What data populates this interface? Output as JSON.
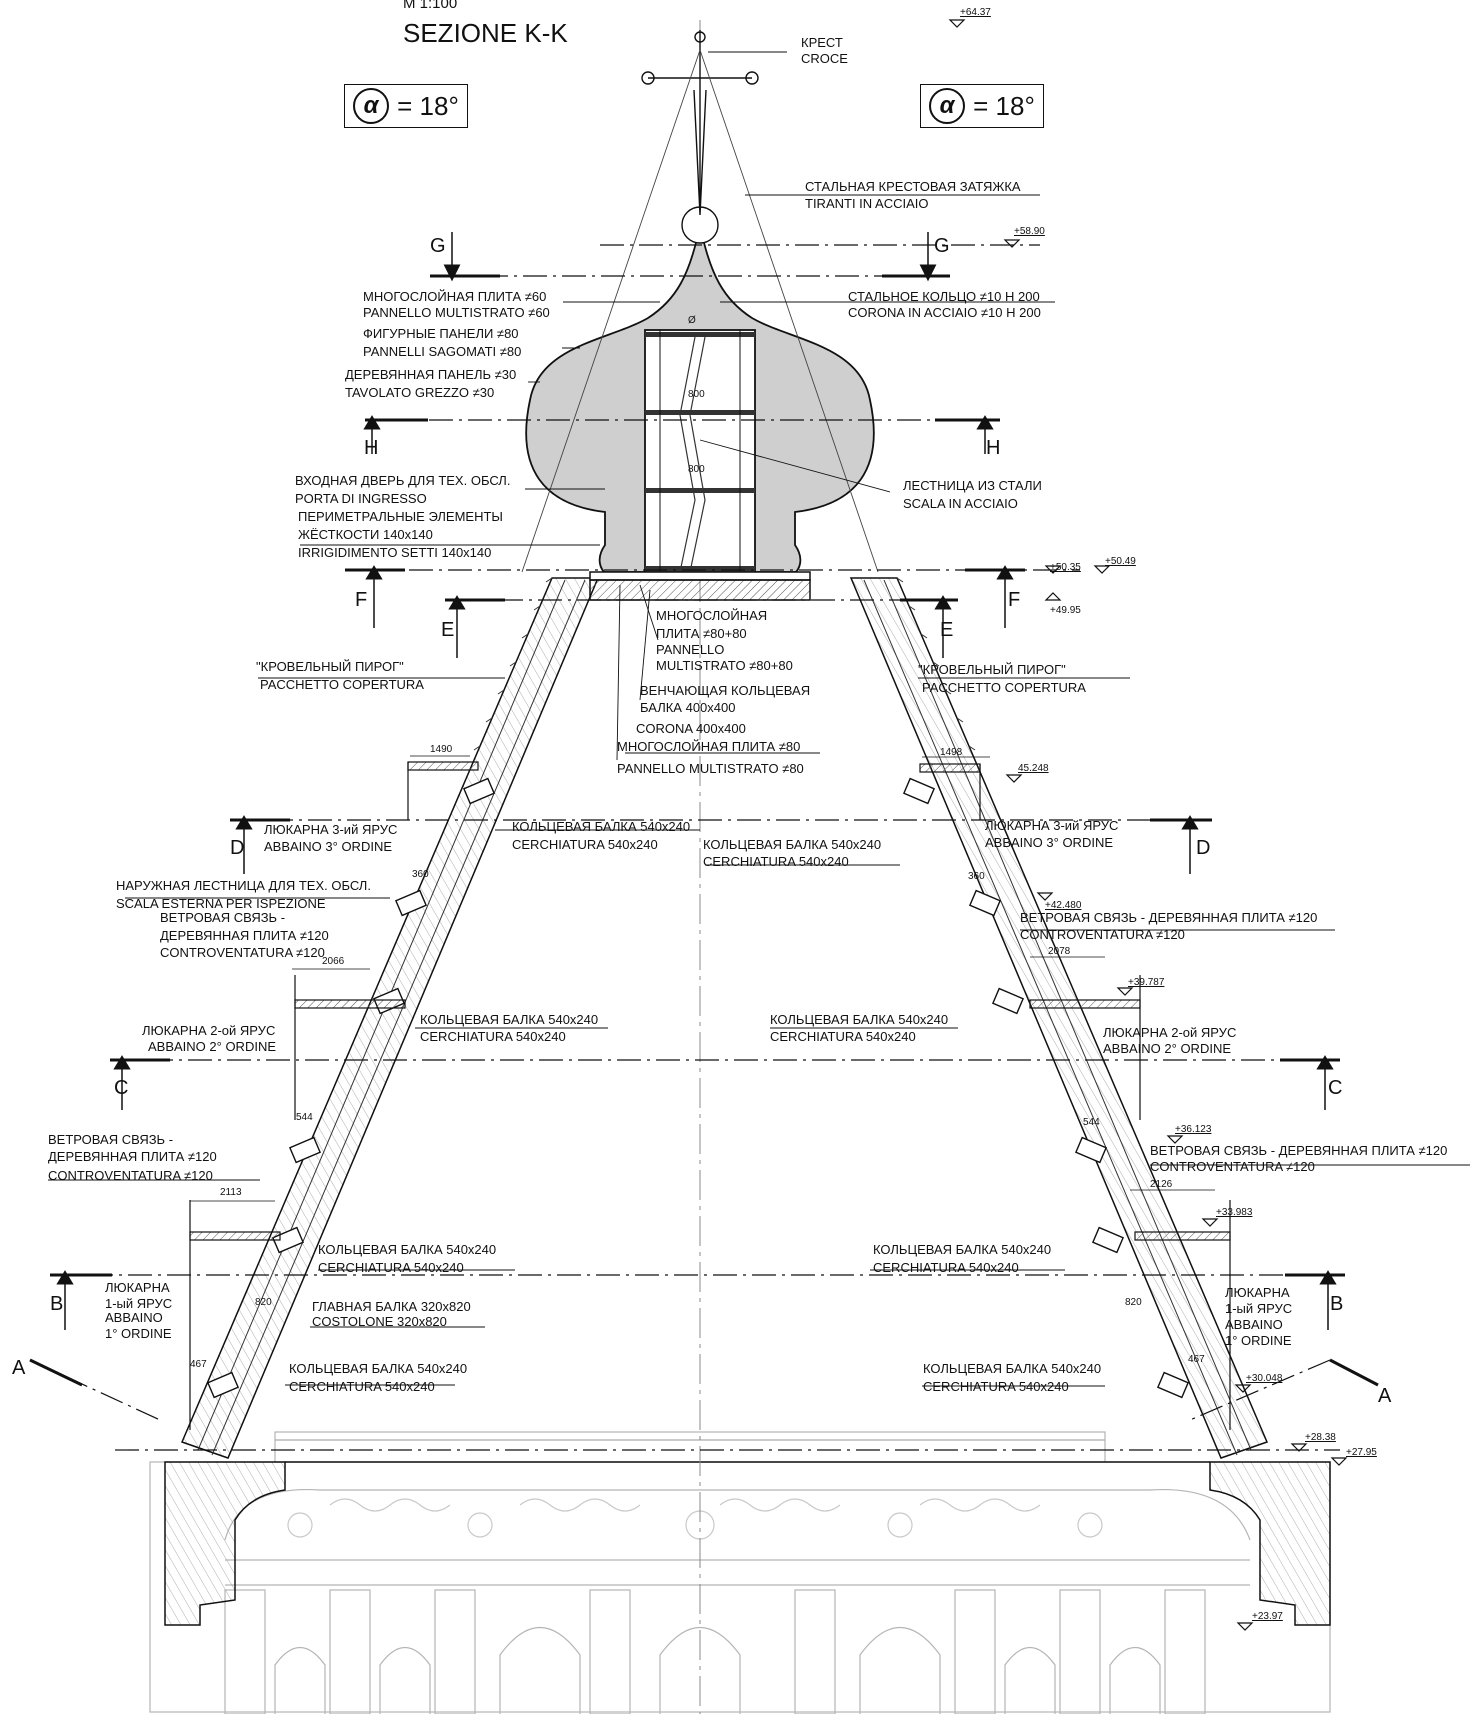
{
  "header": {
    "scale": "M 1:100",
    "title": "SEZIONE K-K",
    "alpha_symbol": "α",
    "alpha_value": "= 18°"
  },
  "section_marks": {
    "A": "A",
    "B": "B",
    "C": "C",
    "D": "D",
    "E": "E",
    "F": "F",
    "G": "G",
    "H": "H"
  },
  "elevations": {
    "e6437": "+64.37",
    "e5890": "+58.90",
    "e5049": "+50.49",
    "e5035": "+50.35",
    "e4995": "+49.95",
    "e45248": "45.248",
    "e42480": "+42.480",
    "e39787": "+39.787",
    "e36123": "+36.123",
    "e33983": "+33.983",
    "e30048": "+30.048",
    "e2838": "+28.38",
    "e2795": "+27.95",
    "e2397": "+23.97"
  },
  "dimensions": {
    "d800a": "800",
    "d800b": "800",
    "d1490": "1490",
    "d1498": "1498",
    "d360l": "360",
    "d360r": "360",
    "d2066": "2066",
    "d2078": "2078",
    "d544l": "544",
    "d544r": "544",
    "d2113": "2113",
    "d2126": "2126",
    "d820l": "820",
    "d820r": "820",
    "d467l": "467",
    "d467r": "467",
    "dphi": "Ø"
  },
  "labels": {
    "cross_ru": "КРЕСТ",
    "cross_it": "CROCE",
    "steel_ties_ru": "СТАЛЬНАЯ КРЕСТОВАЯ ЗАТЯЖКА",
    "steel_ties_it": "TIRANTI IN ACCIAIO",
    "multilayer60_ru": "МНОГОСЛОЙНАЯ ПЛИТА ≠60",
    "multilayer60_it": "PANNELLO MULTISTRATO ≠60",
    "shaped_ru": "ФИГУРНЫЕ ПАНЕЛИ ≠80",
    "shaped_it": "PANNELLI SAGOMATI ≠80",
    "wood30_ru": "ДЕРЕВЯННАЯ ПАНЕЛЬ ≠30",
    "wood30_it": "TAVOLATO GREZZO ≠30",
    "steel_ring_ru": "СТАЛЬНОЕ КОЛЬЦО ≠10 H 200",
    "steel_ring_it": "CORONA IN ACCIAIO ≠10 H 200",
    "door_ru": "ВХОДНАЯ ДВЕРЬ ДЛЯ ТЕХ. ОБСЛ.",
    "door_it": "PORTA DI INGRESSO",
    "perim_ru1": "ПЕРИМЕТРАЛЬНЫЕ ЭЛЕМЕНТЫ",
    "perim_ru2": "ЖЁСТКОСТИ 140x140",
    "perim_it": "IRRIGIDIMENTO SETTI 140x140",
    "stair_steel_ru": "ЛЕСТНИЦА ИЗ СТАЛИ",
    "stair_steel_it": "SCALA IN ACCIAIO",
    "ml8080_ru1": "МНОГОСЛОЙНАЯ",
    "ml8080_ru2": "ПЛИТА ≠80+80",
    "ml8080_it1": "PANNELLO",
    "ml8080_it2": "MULTISTRATO ≠80+80",
    "crown_ru1": "ВЕНЧАЮЩАЯ КОЛЬЦЕВАЯ",
    "crown_ru2": "БАЛКА 400x400",
    "crown_it": "CORONA 400x400",
    "ml80_ru": "МНОГОСЛОЙНАЯ ПЛИТА ≠80",
    "ml80_it": "PANNELLO MULTISTRATO ≠80",
    "roof_ru": "\"КРОВЕЛЬНЫЙ ПИРОГ\"",
    "roof_it": "PACCHETTO COPERTURA",
    "ring_ru": "КОЛЬЦЕВАЯ БАЛКА 540x240",
    "ring_it": "CERCHIATURA 540x240",
    "dormer3_ru": "ЛЮКАРНА 3-ий ЯРУС",
    "dormer3_it": "ABBAINO 3° ORDINE",
    "ext_stair_ru": "НАРУЖНАЯ ЛЕСТНИЦА ДЛЯ ТЕХ. ОБСЛ.",
    "ext_stair_it": "SCALA ESTERNA PER ISPEZIONE",
    "wind_ru1": "ВЕТРОВАЯ СВЯЗЬ -",
    "wind_ru2": "ДЕРЕВЯННАЯ ПЛИТА ≠120",
    "wind_ru_full": "ВЕТРОВАЯ СВЯЗЬ - ДЕРЕВЯННАЯ ПЛИТА ≠120",
    "wind_it": "CONTROVENTATURA ≠120",
    "dormer2_ru": "ЛЮКАРНА 2-ой ЯРУС",
    "dormer2_it": "ABBAINO 2° ORDINE",
    "dormer1_ru1": "ЛЮКАРНА",
    "dormer1_ru2": "1-ый ЯРУС",
    "dormer1_it1": "ABBAINO",
    "dormer1_it2": "1° ORDINE",
    "main_beam_ru": "ГЛАВНАЯ БАЛКА 320x820",
    "main_beam_it": "COSTOLONE 320x820"
  }
}
